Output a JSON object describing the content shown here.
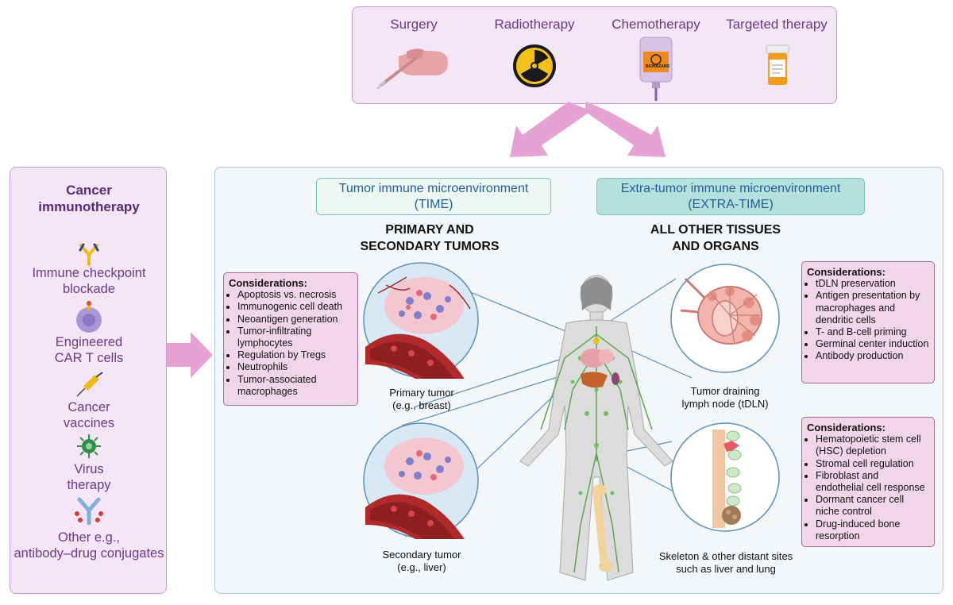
{
  "therapies": [
    {
      "label": "Surgery",
      "icon": "scalpel-hand-icon"
    },
    {
      "label": "Radiotherapy",
      "icon": "radiation-icon"
    },
    {
      "label": "Chemotherapy",
      "icon": "iv-bag-icon"
    },
    {
      "label": "Targeted therapy",
      "icon": "pill-bottle-icon"
    }
  ],
  "chemo_bag_text": "BIOHAZARD",
  "immunotherapy": {
    "title_line1": "Cancer",
    "title_line2": "immunotherapy",
    "items": [
      {
        "line1": "Immune checkpoint",
        "line2": "blockade",
        "icon": "antibody-icon"
      },
      {
        "line1": "Engineered",
        "line2": "CAR T cells",
        "icon": "car-t-cell-icon"
      },
      {
        "line1": "Cancer",
        "line2": "vaccines",
        "icon": "syringe-icon"
      },
      {
        "line1": "Virus",
        "line2": "therapy",
        "icon": "virus-icon"
      },
      {
        "line1": "Other e.g.,",
        "line2": "antibody–drug conjugates",
        "icon": "antibody-drug-conjugate-icon"
      }
    ]
  },
  "time_box": {
    "line1": "Tumor immune microenvironment",
    "line2": "(TIME)"
  },
  "extra_time_box": {
    "line1": "Extra-tumor immune microenvironment",
    "line2": "(EXTRA-TIME)"
  },
  "primary_heading": {
    "line1": "PRIMARY AND",
    "line2": "SECONDARY TUMORS"
  },
  "other_heading": {
    "line1": "ALL OTHER TISSUES",
    "line2": "AND ORGANS"
  },
  "considerations_tumor": {
    "title": "Considerations:",
    "items": [
      "Apoptosis vs. necrosis",
      "Immunogenic cell death",
      "Neoantigen generation",
      "Tumor-infiltrating lymphocytes",
      "Regulation by Tregs",
      "Neutrophils",
      "Tumor-associated macrophages"
    ]
  },
  "considerations_tdln": {
    "title": "Considerations:",
    "items": [
      "tDLN preservation",
      "Antigen presentation by macrophages and dendritic cells",
      "T- and B-cell priming",
      "Germinal center induction",
      "Antibody production"
    ]
  },
  "considerations_skeleton": {
    "title": "Considerations:",
    "items": [
      "Hematopoietic stem cell (HSC) depletion",
      "Stromal cell regulation",
      "Fibroblast and endothelial cell response",
      "Dormant cancer cell niche control",
      "Drug-induced bone resorption"
    ]
  },
  "captions": {
    "primary_tumor": {
      "line1": "Primary tumor",
      "line2": "(e.g., breast)"
    },
    "secondary_tumor": {
      "line1": "Secondary tumor",
      "line2": "(e.g., liver)"
    },
    "tdln": {
      "line1": "Tumor draining",
      "line2": "lymph node (tDLN)"
    },
    "skeleton": {
      "line1": "Skeleton & other distant sites",
      "line2": "such as liver and lung"
    }
  },
  "colors": {
    "purple_box": "#f4e6f6",
    "purple_text": "#6b3a86",
    "arrow_pink": "#e6a2d2",
    "panel_bg": "#f3f7fa",
    "consider_bg": "#f1d5e8",
    "time_box": "#eef7f3",
    "extra_time_box": "#b6e0dc"
  }
}
